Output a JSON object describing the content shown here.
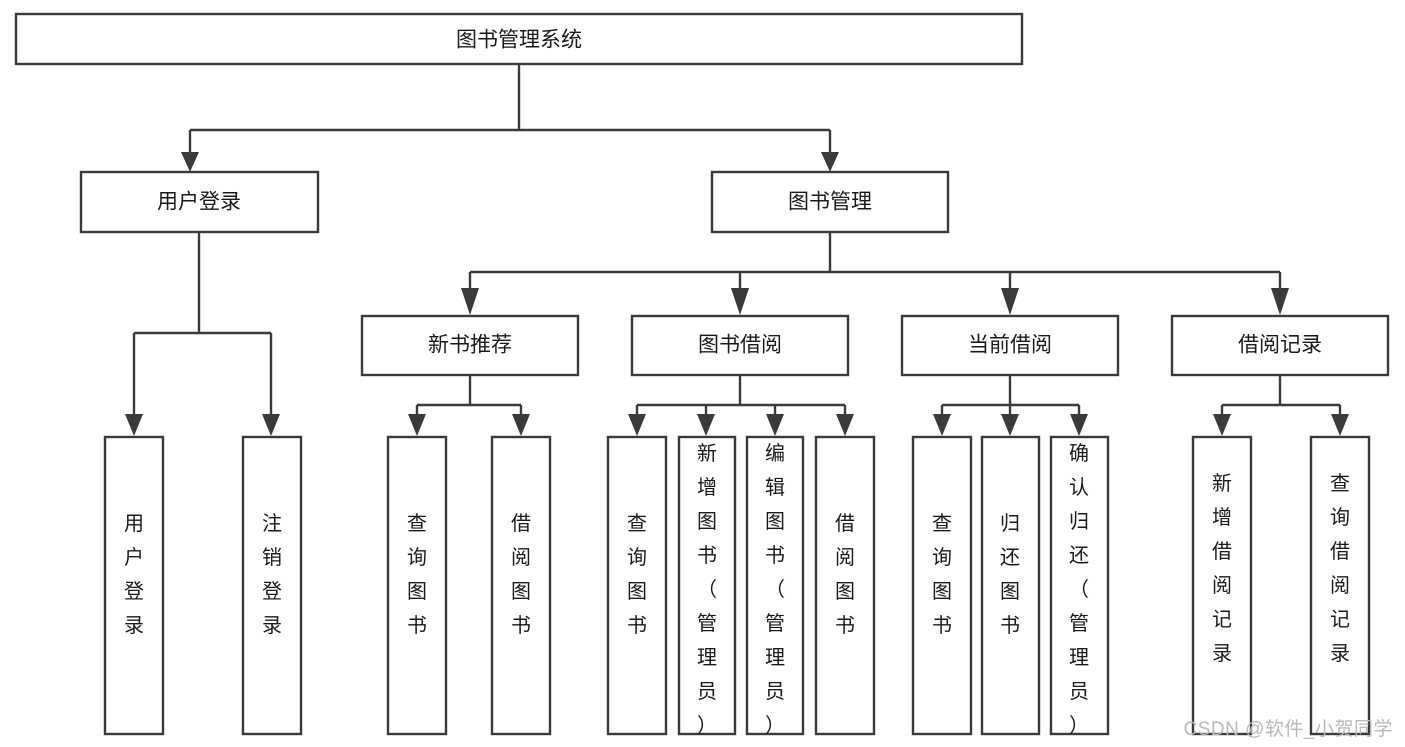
{
  "diagram": {
    "type": "tree",
    "title": "图书管理系统",
    "orientation": "top-down",
    "watermark": "CSDN @软件_小贺同学",
    "colors": {
      "box_stroke": "#3a3a3a",
      "box_fill": "#ffffff",
      "connector": "#3a3a3a",
      "text": "#1a1a1a",
      "background": "#ffffff",
      "watermark": "#b9b9b9"
    },
    "root": {
      "label": "图书管理系统"
    },
    "level2": [
      {
        "label": "用户登录"
      },
      {
        "label": "图书管理"
      }
    ],
    "level3": [
      {
        "label": "新书推荐"
      },
      {
        "label": "图书借阅"
      },
      {
        "label": "当前借阅"
      },
      {
        "label": "借阅记录"
      }
    ],
    "leaves": {
      "user_login": [
        {
          "label": "用户登录"
        },
        {
          "label": "注销登录"
        }
      ],
      "new_book_recommend": [
        {
          "label": "查询图书"
        },
        {
          "label": "借阅图书"
        }
      ],
      "book_borrow": [
        {
          "label": "查询图书"
        },
        {
          "label": "新增图书（管理员）"
        },
        {
          "label": "编辑图书（管理员）"
        },
        {
          "label": "借阅图书"
        }
      ],
      "current_borrow": [
        {
          "label": "查询图书"
        },
        {
          "label": "归还图书"
        },
        {
          "label": "确认归还（管理员）"
        }
      ],
      "borrow_record": [
        {
          "label": "新增借阅记录"
        },
        {
          "label": "查询借阅记录"
        }
      ]
    }
  }
}
